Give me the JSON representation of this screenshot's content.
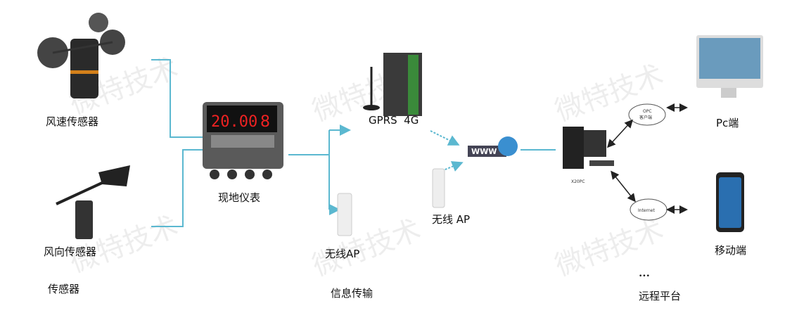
{
  "watermark": "微特技术",
  "sensors": {
    "anemometer": "风速传感器",
    "vane": "风向传感器",
    "group": "传感器"
  },
  "instrument": {
    "label": "现地仪表",
    "display": "20.00",
    "digit": "8"
  },
  "transmission": {
    "gprs": "GPRS  4G",
    "ap_right": "无线 AP",
    "ap_left": "无线AP",
    "group": "信息传输",
    "www": "WWW"
  },
  "platform": {
    "pc_label": "X20PC",
    "opc_line1": "OPC",
    "opc_line2": "客户端",
    "internet": "Internet",
    "pc": "Pc端",
    "mobile": "移动端",
    "dots": "•••",
    "group": "远程平台"
  },
  "colors": {
    "connector": "#5bb8d0"
  }
}
